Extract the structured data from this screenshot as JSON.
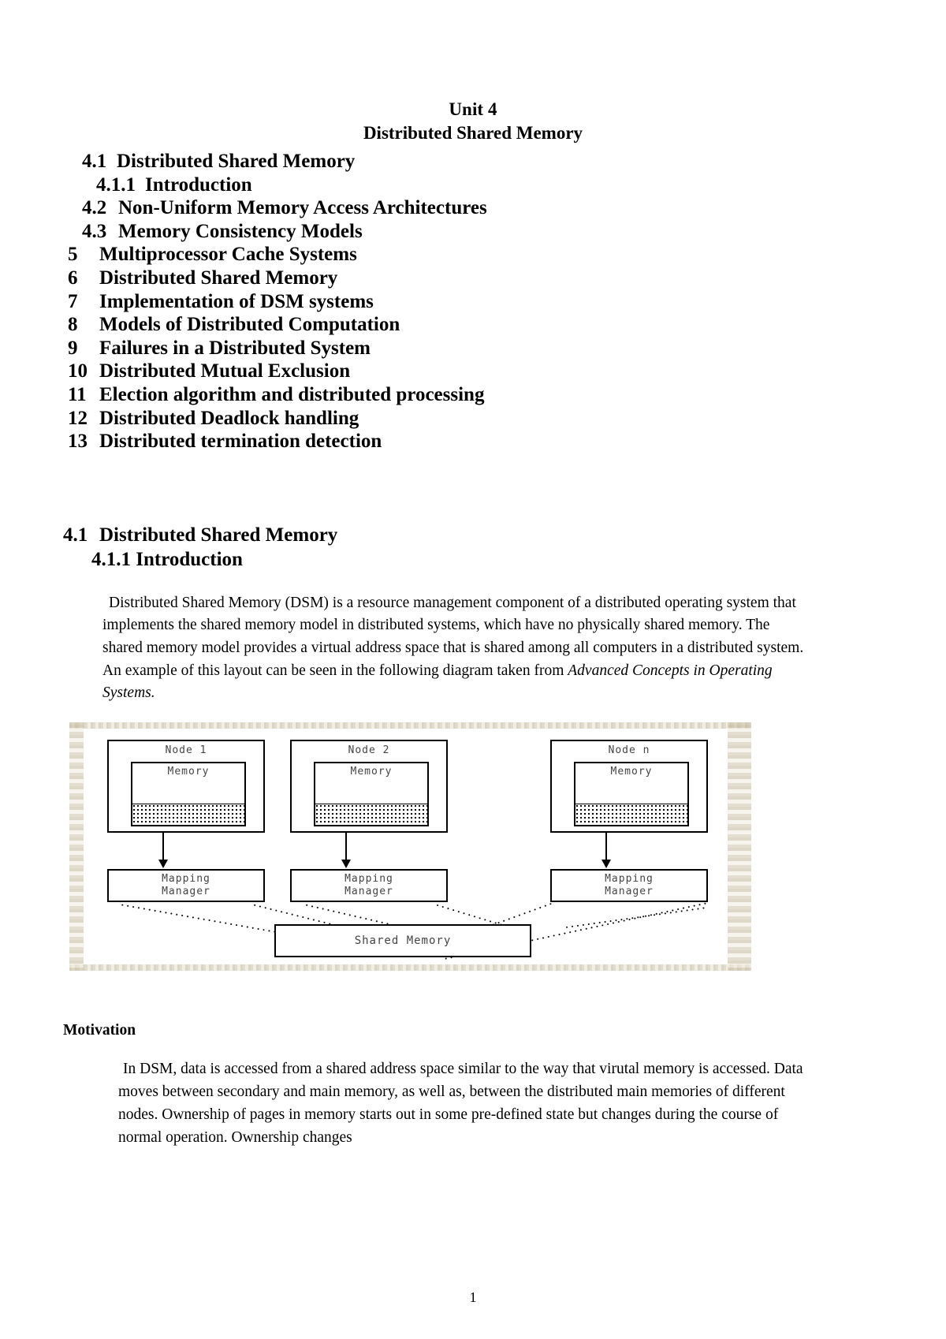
{
  "document": {
    "title": "Unit 4",
    "subtitle": "Distributed Shared Memory",
    "page_number": "1"
  },
  "toc": {
    "items": [
      {
        "num": "4.1",
        "label": "Distributed Shared Memory",
        "level": "a"
      },
      {
        "num": "4.1.1",
        "label": "Introduction",
        "level": "b"
      },
      {
        "num": "4.2",
        "label": "Non-Uniform Memory Access Architectures",
        "level": "c"
      },
      {
        "num": "4.3",
        "label": "Memory Consistency Models",
        "level": "c"
      },
      {
        "num": "5",
        "label": "Multiprocessor Cache Systems",
        "level": "d"
      },
      {
        "num": "6",
        "label": "Distributed Shared Memory",
        "level": "d"
      },
      {
        "num": "7",
        "label": "Implementation of DSM systems",
        "level": "d"
      },
      {
        "num": "8",
        "label": "Models of Distributed Computation",
        "level": "d"
      },
      {
        "num": "9",
        "label": "Failures in a Distributed System",
        "level": "d"
      },
      {
        "num": "10",
        "label": "Distributed Mutual Exclusion",
        "level": "d"
      },
      {
        "num": "11",
        "label": "Election algorithm and distributed processing",
        "level": "d"
      },
      {
        "num": "12",
        "label": "Distributed Deadlock handling",
        "level": "d"
      },
      {
        "num": "13",
        "label": "Distributed termination detection",
        "level": "d"
      }
    ]
  },
  "section": {
    "heading_num": "4.1",
    "heading_label": "Distributed Shared Memory",
    "subheading": "4.1.1 Introduction",
    "intro_paragraph_part1": "Distributed Shared Memory (DSM) is a resource management component of a distributed operating system that implements the shared memory model in distributed systems, which have no physically shared memory. The shared memory model provides a virtual address space that is shared among all computers in a distributed system. An example of this layout can be seen in the following diagram taken from ",
    "intro_paragraph_citation": "Advanced Concepts in Operating Systems.",
    "motivation_heading": "Motivation",
    "motivation_paragraph": "In DSM, data is accessed from a shared address space similar to the way that virutal memory is accessed. Data moves between secondary and main memory, as well as, between the distributed main memories of different nodes. Ownership of pages in memory starts out in some pre-defined state but changes during the course of normal operation. Ownership changes"
  },
  "figure": {
    "nodes": [
      {
        "title": "Node 1",
        "memory_label": "Memory",
        "manager_line1": "Mapping",
        "manager_line2": "Manager"
      },
      {
        "title": "Node 2",
        "memory_label": "Memory",
        "manager_line1": "Mapping",
        "manager_line2": "Manager"
      },
      {
        "title": "Node n",
        "memory_label": "Memory",
        "manager_line1": "Mapping",
        "manager_line2": "Manager"
      }
    ],
    "shared_memory_label": "Shared Memory"
  }
}
